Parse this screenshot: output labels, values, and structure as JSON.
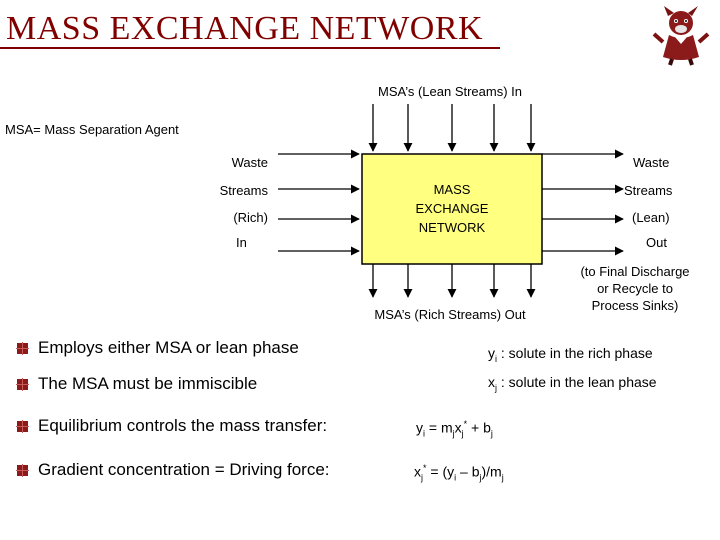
{
  "title": "MASS EXCHANGE NETWORK",
  "colors": {
    "title": "#800000",
    "box_fill": "#ffff80",
    "bullet": "#8b1a1a"
  },
  "diagram": {
    "top_label": "MSA’s (Lean Streams) In",
    "msa_definition": "MSA= Mass Separation Agent",
    "box_label": [
      "MASS",
      "EXCHANGE",
      "NETWORK"
    ],
    "left_labels": [
      "Waste",
      "Streams",
      "(Rich)",
      "In"
    ],
    "right_labels": [
      "Waste",
      "Streams",
      "(Lean)",
      "Out"
    ],
    "bottom_label": "MSA’s (Rich Streams) Out",
    "final_note": [
      "(to Final Discharge",
      "or Recycle to",
      "Process Sinks)"
    ]
  },
  "bullets": [
    "Employs either MSA or lean phase",
    "The MSA must be immiscible",
    "Equilibrium controls the mass transfer:",
    "Gradient concentration = Driving force:"
  ],
  "definitions": {
    "rich": " : solute in the rich phase",
    "lean": " : solute in the lean phase"
  },
  "equations": {
    "equilibrium": "yi = mjxj* + bj",
    "driving_force": "xj* = (yi – bj)/mj"
  },
  "icons": {
    "mascot": "wolf-mascot-logo",
    "bullet": "square-bullet-icon"
  }
}
